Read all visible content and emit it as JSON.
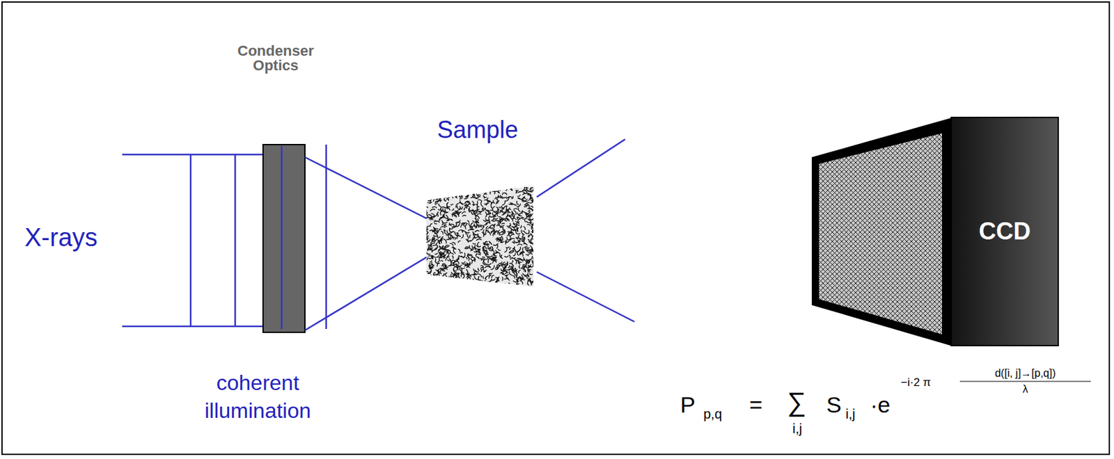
{
  "diagram": {
    "nodes": [
      {
        "text": [
          "CCD"
        ]
      }
    ],
    "labels": [
      "Condenser Optics",
      "X-rays",
      "Sample",
      "coherent illumination",
      "P",
      "p,q",
      "=",
      "∑",
      "i,j",
      "S",
      "i,j",
      "·e",
      "−i·2 π",
      "d([i, j]→[p,q])",
      "λ"
    ]
  }
}
